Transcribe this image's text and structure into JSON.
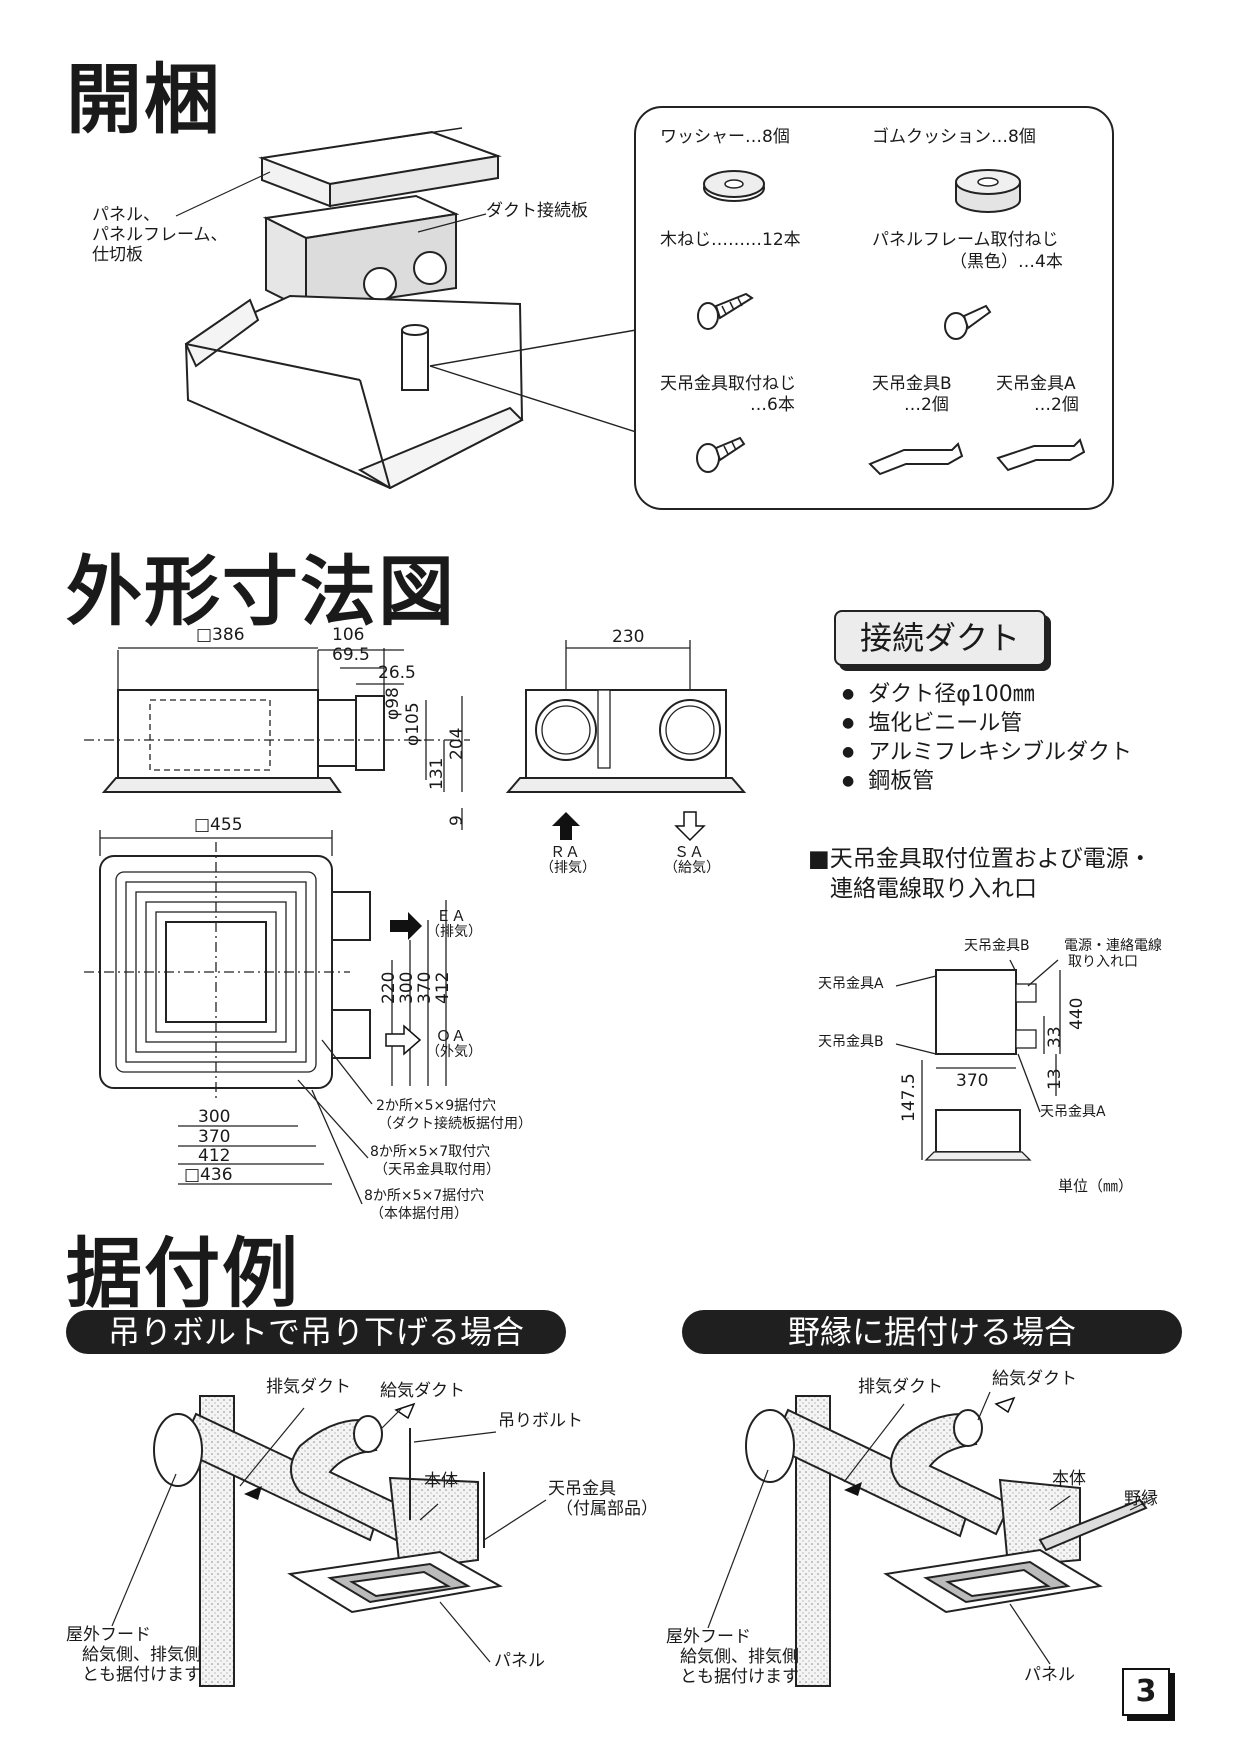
{
  "sections": {
    "unpacking": "開梱",
    "dimensions": "外形寸法図",
    "installation": "据付例"
  },
  "unpacking": {
    "label_panel": [
      "パネル、",
      "パネルフレーム、",
      "仕切板"
    ],
    "label_duct_plate": "ダクト接続板",
    "parts": {
      "washer": "ワッシャー…8個",
      "cushion": "ゴムクッション…8個",
      "wood_screw": "木ねじ………12本",
      "frame_screw": [
        "パネルフレーム取付ねじ",
        "（黒色）…4本"
      ],
      "hanger_screw": [
        "天吊金具取付ねじ",
        "…6本"
      ],
      "hanger_b": [
        "天吊金具B",
        "…2個"
      ],
      "hanger_a": [
        "天吊金具A",
        "…2個"
      ]
    }
  },
  "dimensions": {
    "side": {
      "d386": "□386",
      "d106": "106",
      "d69_5": "69.5",
      "d26_5": "26.5",
      "phi98": "φ98",
      "phi105": "φ105",
      "d131": "131",
      "d204": "204",
      "d9": "9"
    },
    "front": {
      "d230": "230",
      "ra": "ＲＡ",
      "ra_sub": "（排気）",
      "sa": "ＳＡ",
      "sa_sub": "（給気）"
    },
    "plan": {
      "d455": "□455",
      "ea": "ＥＡ",
      "ea_sub": "（排気）",
      "oa": "ＯＡ",
      "oa_sub": "（外気）",
      "d220": "220",
      "d300v": "300",
      "d370v": "370",
      "d412v": "412",
      "d300": "300",
      "d370": "370",
      "d412": "412",
      "d436": "□436",
      "hole1": [
        "2か所×5×9据付穴",
        "（ダクト接続板据付用）"
      ],
      "hole2": [
        "8か所×5×7取付穴",
        "（天吊金具取付用）"
      ],
      "hole3": [
        "8か所×5×7据付穴",
        "（本体据付用）"
      ]
    },
    "duct": {
      "title": "接続ダクト",
      "items": [
        "ダクト径φ100㎜",
        "塩化ビニール管",
        "アルミフレキシブルダクト",
        "鋼板管"
      ]
    },
    "hanger": {
      "heading": [
        "■天吊金具取付位置および電源・",
        "連絡電線取り入れ口"
      ],
      "b_top": "天吊金具B",
      "a_left": "天吊金具A",
      "b_left": "天吊金具B",
      "a_right": "天吊金具A",
      "power": [
        "電源・連絡電線",
        "取り入れ口"
      ],
      "d440": "440",
      "d33": "33",
      "d13": "13",
      "d370": "370",
      "d147_5": "147.5",
      "unit": "単位（㎜）"
    }
  },
  "installation": {
    "left": {
      "title": "吊りボルトで吊り下げる場合",
      "exhaust": "排気ダクト",
      "supply": "給気ダクト",
      "bolt": "吊りボルト",
      "body": "本体",
      "bracket": [
        "天吊金具",
        "（付属部品）"
      ],
      "hood": [
        "屋外フード",
        "給気側、排気側",
        "とも据付けます"
      ],
      "panel": "パネル"
    },
    "right": {
      "title": "野縁に据付ける場合",
      "exhaust": "排気ダクト",
      "supply": "給気ダクト",
      "body": "本体",
      "joist": "野縁",
      "hood": [
        "屋外フード",
        "給気側、排気側",
        "とも据付けます"
      ],
      "panel": "パネル"
    }
  },
  "page_number": "3"
}
